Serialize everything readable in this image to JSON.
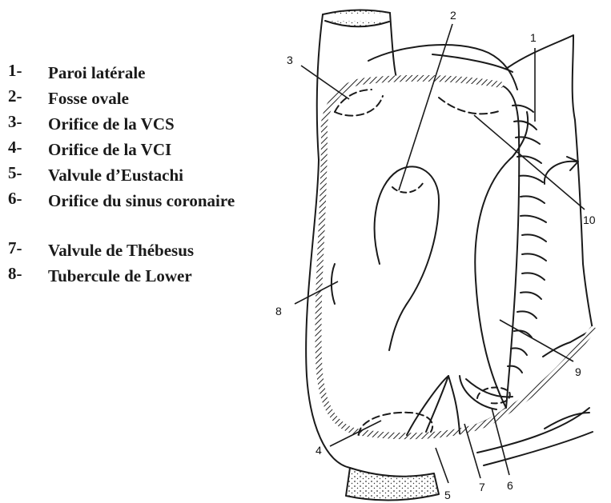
{
  "legend": [
    {
      "num": "1-",
      "text": "Paroi latérale"
    },
    {
      "num": "2-",
      "text": "Fosse ovale"
    },
    {
      "num": "3-",
      "text": "Orifice de la VCS"
    },
    {
      "num": "4-",
      "text": "Orifice de la VCI"
    },
    {
      "num": "5-",
      "text": "Valvule d’Eustachi"
    },
    {
      "num": "6-",
      "text": "Orifice du sinus coronaire"
    },
    {
      "num": "7-",
      "text": "Valvule de Thébesus"
    },
    {
      "num": "8-",
      "text": "Tubercule de Lower"
    }
  ],
  "labels": [
    "1",
    "2",
    "3",
    "4",
    "5",
    "6",
    "7",
    "8",
    "9",
    "10"
  ]
}
